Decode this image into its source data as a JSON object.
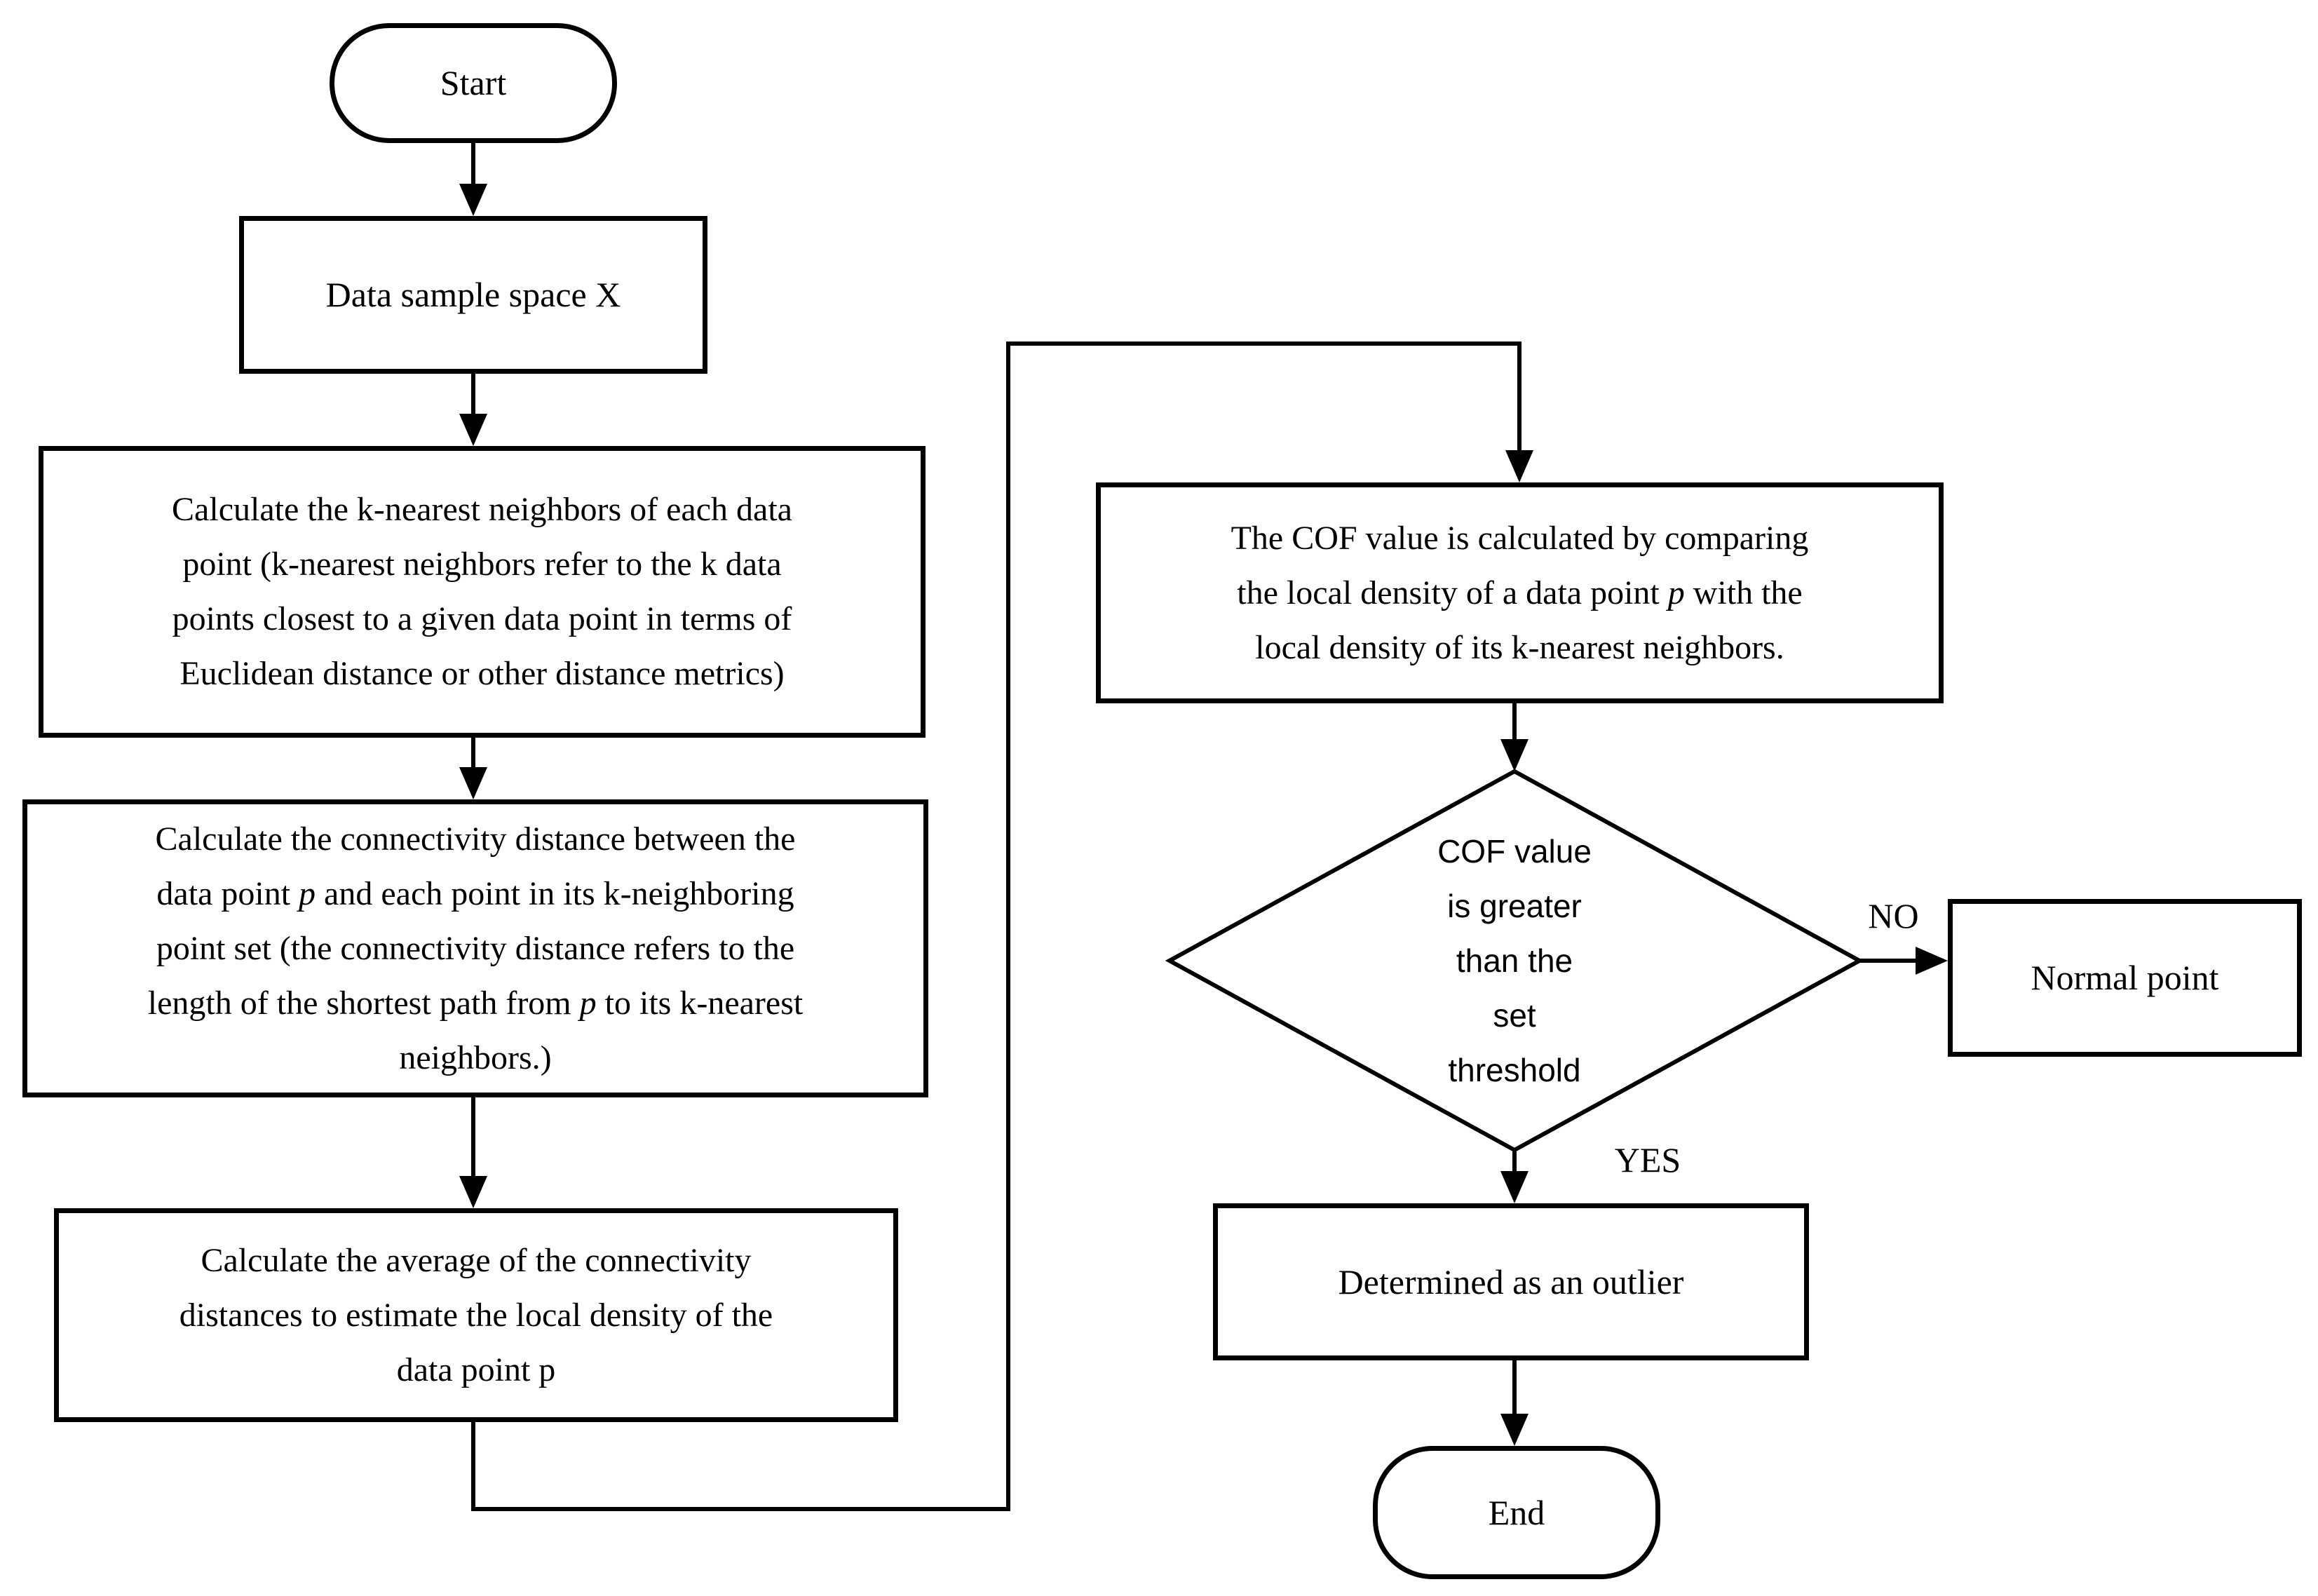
{
  "nodes": {
    "start": {
      "label": "Start"
    },
    "data_sample": {
      "label": "Data sample space X"
    },
    "knn": {
      "lines": [
        "Calculate the k-nearest neighbors of each data",
        "point (k-nearest neighbors refer to the k data",
        "points closest to a given data point in terms of",
        "Euclidean distance or other distance metrics)"
      ]
    },
    "connectivity": {
      "lines": [
        "Calculate the connectivity distance between the",
        "data point *p* and each point in its k-neighboring",
        "point set (the connectivity distance refers to the",
        "length of the shortest path from *p* to its k-nearest",
        "neighbors.)"
      ]
    },
    "average": {
      "lines": [
        "Calculate the average of the connectivity",
        "distances to estimate the local density of the",
        "data point p"
      ]
    },
    "cof": {
      "lines": [
        "The COF value is calculated by comparing",
        "the local density of a data point *p* with the",
        "local density of its k-nearest neighbors."
      ]
    },
    "decision": {
      "lines": [
        "COF value",
        "is greater",
        "than the",
        "set",
        "threshold"
      ]
    },
    "normal": {
      "label": "Normal point"
    },
    "outlier": {
      "label": "Determined as an outlier"
    },
    "end": {
      "label": "End"
    }
  },
  "edges": {
    "no_label": "NO",
    "yes_label": "YES"
  },
  "colors": {
    "stroke": "#000000",
    "fill": "#ffffff"
  }
}
